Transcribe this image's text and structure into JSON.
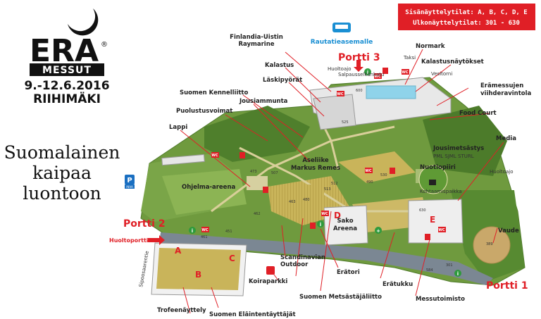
{
  "brand": {
    "era": "ERA",
    "registered": "®",
    "messut": "MESSUT",
    "dates": "9.-12.6.2016",
    "city": "RIIHIMÄKI",
    "tagline": [
      "Suomalainen",
      "kaipaa",
      "luontoon"
    ]
  },
  "info_box": {
    "indoor": "Sisänäyttelytilat: A, B, C, D, E",
    "outdoor": "Ulkonäyttelytilat: 301 - 630",
    "color": "#e01f26"
  },
  "train": {
    "label": "Rautatieasemalle",
    "color": "#1a8fd3"
  },
  "gates": {
    "g1": "Portti 1",
    "g2": "Portti 2",
    "g3": "Portti 3"
  },
  "halls": {
    "a": "A",
    "b": "B",
    "c": "C",
    "d": "D",
    "e": "E"
  },
  "hall_labels": {
    "sako": [
      "Sako",
      "Areena"
    ]
  },
  "labels": {
    "finlandia": [
      "Finlandia-Uistin",
      "Raymarine"
    ],
    "normark": "Normark",
    "kalastus": "Kalastus",
    "kalastusnaytokset": "Kalastusnäytökset",
    "laskipyorat": "Läskipyörät",
    "erama": [
      "Erämessujen",
      "viihderavintola"
    ],
    "kennelliitto": "Suomen Kennelliitto",
    "jousiammunta": "Jousiammunta",
    "puolustusvoimat": "Puolustusvoimat",
    "food_court": "Food Court",
    "lappi": "Lappi",
    "media": "Media",
    "jousimetsastys": "Jousimetsästys",
    "jousi_orgs": "PML SJML STURL",
    "aseliike": [
      "Aseliike",
      "Markus Remes"
    ],
    "nuotiopiiri": "Nuotiopiiri",
    "kohtaamispaikka": "Kohtaamispaikka",
    "ohjelma": "Ohjelma-areena",
    "vaude": "Vaude",
    "scandinavian": [
      "Scandinavian",
      "Outdoor"
    ],
    "eratori": "Erätori",
    "eratukku": "Erätukku",
    "koiraparkki": "Koiraparkki",
    "smetsastajaliitto": "Suomen Metsästäjäliitto",
    "messutoimisto": "Messutoimisto",
    "trofee": "Trofeenäyttely",
    "elaintenteyttajat": "Suomen Eläintentäyttäjät",
    "huoltoportti": "Huoltoportti",
    "huoltoajo": "Huoltoajo",
    "taksi": "Taksi",
    "vesitorni": "Vesitorni",
    "sipoontie": "Sipoosaarentie",
    "salpausselka": "Salpausselkänkatu",
    "parking": "P",
    "inva": "INVA",
    "wc": "WC",
    "info": "i"
  },
  "stand_numbers": [
    "301",
    "389",
    "451",
    "461",
    "462",
    "463",
    "473",
    "480",
    "490",
    "507",
    "512",
    "513",
    "525",
    "530",
    "584",
    "600",
    "630"
  ]
}
